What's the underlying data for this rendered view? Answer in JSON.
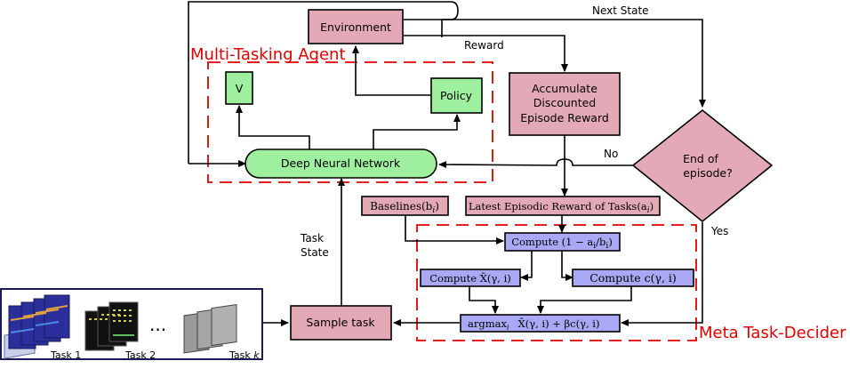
{
  "diagram": {
    "nodes": {
      "environment": "Environment",
      "v": "V",
      "policy": "Policy",
      "accumulate_line1": "Accumulate",
      "accumulate_line2": "Discounted",
      "accumulate_line3": "Episode Reward",
      "end_line1": "End of",
      "end_line2": "episode?",
      "dnn": "Deep Neural Network",
      "baselines": "Baselines(b",
      "baselines_sub": "i",
      "latest": "Latest Episodic Reward of Tasks(a",
      "latest_sub": "i",
      "compute1": "Compute (1 − a",
      "compute1_mid": "/b",
      "compute_sub": "i",
      "compute_x": "Compute X̄(γ, i)",
      "compute_c": "Compute c(γ, i)",
      "argmax": "argmax",
      "argmax_sub": "i",
      "argmax_expr": "X̄(γ, i) + βc(γ, i)",
      "sample": "Sample task"
    },
    "edges": {
      "next_state": "Next State",
      "reward": "Reward",
      "no": "No",
      "yes": "Yes",
      "task_state_line1": "Task",
      "task_state_line2": "State"
    },
    "regions": {
      "agent": "Multi-Tasking Agent",
      "decider": "Meta Task-Decider"
    },
    "tasks": {
      "task1": "Task 1",
      "task2": "Task 2",
      "ellipsis": "...",
      "taskk_prefix": "Task ",
      "taskk_var": "k"
    },
    "colors": {
      "pink": "#e4a9b7",
      "green": "#9ef09e",
      "blue": "#a8a8f5",
      "red": "#e00000"
    }
  }
}
